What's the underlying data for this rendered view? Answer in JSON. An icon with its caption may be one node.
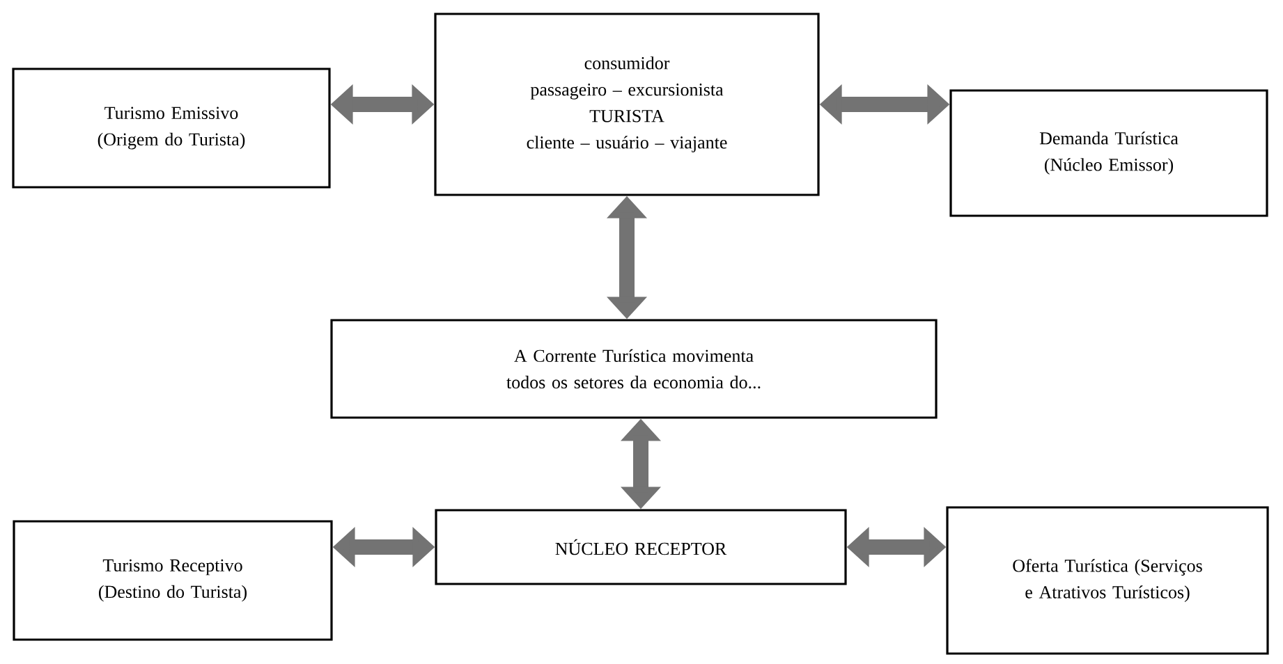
{
  "diagram": {
    "nodes": [
      {
        "text": [
          "Turismo Emissivo (Origem do Turista)"
        ]
      },
      {
        "text": [
          "consumidor",
          "passageiro – excursionista",
          "TURISTA",
          "cliente – usuário – viajante"
        ]
      },
      {
        "text": [
          "Demanda Turística (Núcleo Emissor)"
        ]
      },
      {
        "text": [
          "A Corrente Turística movimenta todos os setores da economia do..."
        ]
      },
      {
        "text": [
          "Turismo Receptivo (Destino do Turista)"
        ]
      },
      {
        "text": [
          "NÚCLEO RECEPTOR"
        ]
      },
      {
        "text": [
          "Oferta Turística (Serviços e Atrativos Turísticos)"
        ]
      }
    ],
    "edges": [
      {
        "from": 0,
        "to": 1,
        "arrow": "both"
      },
      {
        "from": 1,
        "to": 2,
        "arrow": "both"
      },
      {
        "from": 1,
        "to": 3,
        "arrow": "both"
      },
      {
        "from": 3,
        "to": 5,
        "arrow": "both"
      },
      {
        "from": 4,
        "to": 5,
        "arrow": "both"
      },
      {
        "from": 5,
        "to": 6,
        "arrow": "both"
      }
    ]
  }
}
